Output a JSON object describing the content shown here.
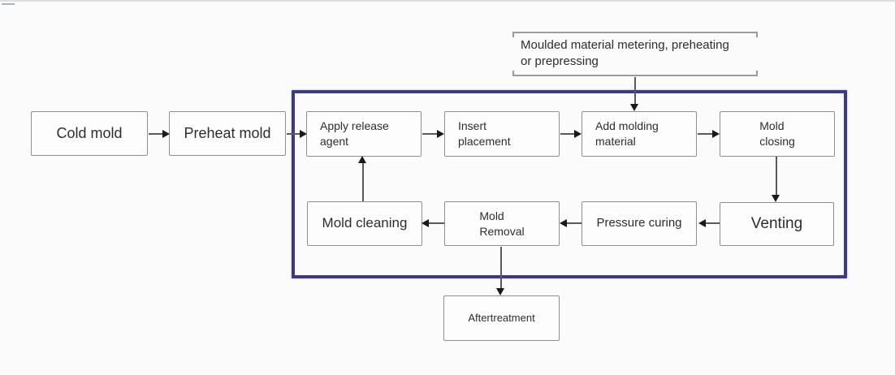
{
  "colors": {
    "background": "#fbfbfb",
    "container_border": "#3a3a85",
    "node_border": "#8f8f8f",
    "node_fill": "#fdfdfd",
    "text": "#2d2d2d",
    "arrow_line": "#5a5a5a",
    "arrow_head": "#1a1a1a",
    "bracket": "#9a9a9a"
  },
  "diagram": {
    "note": {
      "lines": [
        "Moulded material metering, preheating",
        "or prepressing"
      ]
    },
    "nodes": {
      "cold_mold": {
        "lines": [
          "Cold mold"
        ]
      },
      "preheat_mold": {
        "lines": [
          "Preheat mold"
        ]
      },
      "apply_release_agent": {
        "lines": [
          "Apply release",
          "agent"
        ]
      },
      "insert_placement": {
        "lines": [
          "Insert",
          "placement"
        ]
      },
      "add_molding_material": {
        "lines": [
          "Add molding",
          "material"
        ]
      },
      "mold_closing": {
        "lines": [
          "Mold",
          "closing"
        ]
      },
      "mold_cleaning": {
        "lines": [
          "Mold cleaning"
        ]
      },
      "mold_removal": {
        "lines": [
          "Mold",
          "Removal"
        ]
      },
      "pressure_curing": {
        "lines": [
          "Pressure curing"
        ]
      },
      "venting": {
        "lines": [
          "Venting"
        ]
      },
      "aftertreatment": {
        "lines": [
          "Aftertreatment"
        ]
      }
    },
    "edges": [
      {
        "from": "cold_mold",
        "to": "preheat_mold"
      },
      {
        "from": "preheat_mold",
        "to": "apply_release_agent"
      },
      {
        "from": "apply_release_agent",
        "to": "insert_placement"
      },
      {
        "from": "insert_placement",
        "to": "add_molding_material"
      },
      {
        "from": "add_molding_material",
        "to": "mold_closing"
      },
      {
        "from": "mold_closing",
        "to": "venting"
      },
      {
        "from": "venting",
        "to": "pressure_curing"
      },
      {
        "from": "pressure_curing",
        "to": "mold_removal"
      },
      {
        "from": "mold_removal",
        "to": "mold_cleaning"
      },
      {
        "from": "mold_cleaning",
        "to": "apply_release_agent"
      },
      {
        "from": "mold_removal",
        "to": "aftertreatment"
      },
      {
        "from": "metering_note",
        "to": "add_molding_material"
      }
    ]
  }
}
